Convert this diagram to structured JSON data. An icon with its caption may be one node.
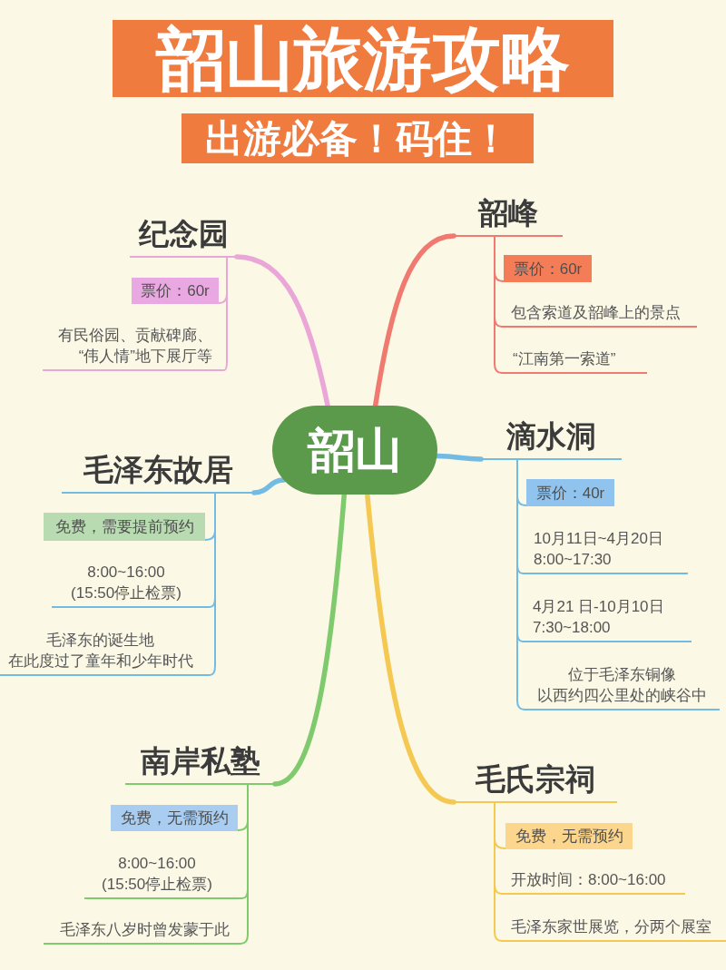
{
  "diagram": {
    "title": "韶山旅游攻略",
    "nodes": [
      {
        "text": [
          "韶山"
        ]
      },
      {
        "text": [
          "纪念园"
        ]
      },
      {
        "text": [
          "票价：60r"
        ]
      },
      {
        "text": [
          "有民俗园、贡献碑廊、“伟人情”地下展厅等"
        ]
      },
      {
        "text": [
          "韶峰"
        ]
      },
      {
        "text": [
          "票价：60r"
        ]
      },
      {
        "text": [
          "包含索道及韶峰上的景点"
        ]
      },
      {
        "text": [
          "“江南第一索道”"
        ]
      },
      {
        "text": [
          "毛泽东故居"
        ]
      },
      {
        "text": [
          "免费，需要提前预约"
        ]
      },
      {
        "text": [
          "8:00~16:00 (15:50停止检票)"
        ]
      },
      {
        "text": [
          "毛泽东的诞生地在此度过了童年和少年时代"
        ]
      },
      {
        "text": [
          "滴水洞"
        ]
      },
      {
        "text": [
          "票价：40r"
        ]
      },
      {
        "text": [
          "10月11日~4月20日 8:00~17:30"
        ]
      },
      {
        "text": [
          "4月21 日-10月10日 7:30~18:00"
        ]
      },
      {
        "text": [
          "位于毛泽东铜像以西约四公里处的峡谷中"
        ]
      },
      {
        "text": [
          "南岸私塾"
        ]
      },
      {
        "text": [
          "免费，无需预约"
        ]
      },
      {
        "text": [
          "8:00~16:00 (15:50停止检票)"
        ]
      },
      {
        "text": [
          "毛泽东八岁时曾发蒙于此"
        ]
      },
      {
        "text": [
          "毛氏宗祠"
        ]
      },
      {
        "text": [
          "免费，无需预约"
        ]
      },
      {
        "text": [
          "开放时间：8:00~16:00"
        ]
      },
      {
        "text": [
          "毛泽东家世展览，分两个展室"
        ]
      }
    ],
    "edges": [
      {
        "from": 0,
        "to": 1,
        "arrow": "none",
        "style": "thick",
        "color": "#eba6d8"
      },
      {
        "from": 1,
        "to": 2,
        "arrow": "none",
        "color": "#eba6d8"
      },
      {
        "from": 1,
        "to": 3,
        "arrow": "none",
        "color": "#eba6d8"
      },
      {
        "from": 0,
        "to": 4,
        "arrow": "none",
        "style": "thick",
        "color": "#f07a70"
      },
      {
        "from": 4,
        "to": 5,
        "arrow": "none",
        "color": "#f07a70"
      },
      {
        "from": 4,
        "to": 6,
        "arrow": "none",
        "color": "#f07a70"
      },
      {
        "from": 4,
        "to": 7,
        "arrow": "none",
        "color": "#f07a70"
      },
      {
        "from": 0,
        "to": 8,
        "arrow": "none",
        "style": "thick",
        "color": "#74bbe4"
      },
      {
        "from": 8,
        "to": 9,
        "arrow": "none",
        "color": "#74bbe4"
      },
      {
        "from": 8,
        "to": 10,
        "arrow": "none",
        "color": "#74bbe4"
      },
      {
        "from": 8,
        "to": 11,
        "arrow": "none",
        "color": "#74bbe4"
      },
      {
        "from": 0,
        "to": 12,
        "arrow": "none",
        "style": "thick",
        "color": "#74bbe4"
      },
      {
        "from": 12,
        "to": 13,
        "arrow": "none",
        "color": "#74bbe4"
      },
      {
        "from": 12,
        "to": 14,
        "arrow": "none",
        "color": "#74bbe4"
      },
      {
        "from": 12,
        "to": 15,
        "arrow": "none",
        "color": "#74bbe4"
      },
      {
        "from": 12,
        "to": 16,
        "arrow": "none",
        "color": "#74bbe4"
      },
      {
        "from": 0,
        "to": 17,
        "arrow": "none",
        "style": "thick",
        "color": "#80ca6e"
      },
      {
        "from": 17,
        "to": 18,
        "arrow": "none",
        "color": "#80ca6e"
      },
      {
        "from": 17,
        "to": 19,
        "arrow": "none",
        "color": "#80ca6e"
      },
      {
        "from": 17,
        "to": 20,
        "arrow": "none",
        "color": "#80ca6e"
      },
      {
        "from": 0,
        "to": 21,
        "arrow": "none",
        "style": "thick",
        "color": "#f5c852"
      },
      {
        "from": 21,
        "to": 22,
        "arrow": "none",
        "color": "#f5c852"
      },
      {
        "from": 21,
        "to": 23,
        "arrow": "none",
        "color": "#f5c852"
      },
      {
        "from": 21,
        "to": 24,
        "arrow": "none",
        "color": "#f5c852"
      }
    ],
    "labels": [
      "出游必备！码住！"
    ]
  }
}
